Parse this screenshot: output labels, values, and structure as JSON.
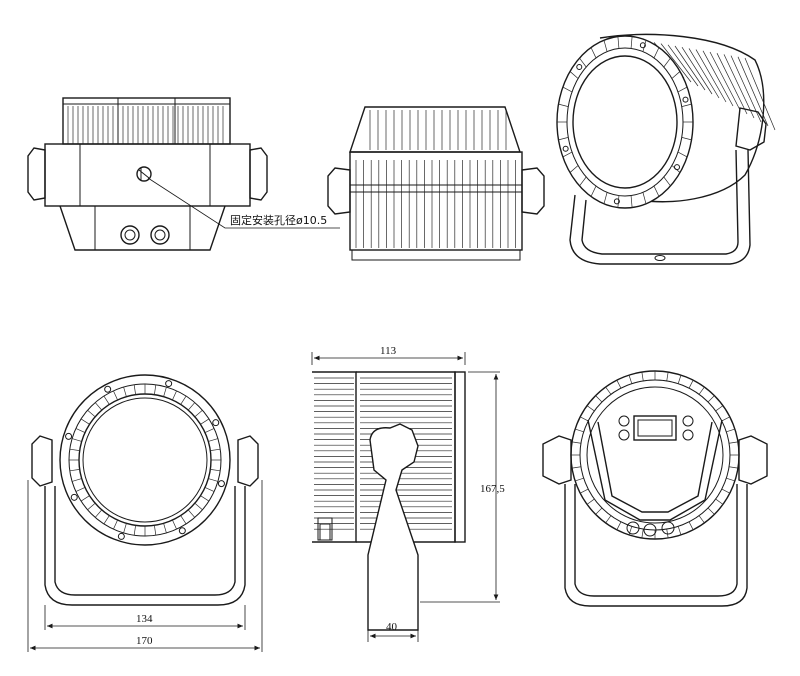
{
  "drawing": {
    "annotation": "固定安装孔径ø10.5",
    "dimensions": {
      "depth": "113",
      "height": "167,5",
      "bracket_width": "40",
      "inner_width": "134",
      "overall_width": "170"
    },
    "views": [
      "top-view",
      "side-view-top",
      "perspective-view",
      "front-view",
      "side-view",
      "rear-view"
    ]
  }
}
